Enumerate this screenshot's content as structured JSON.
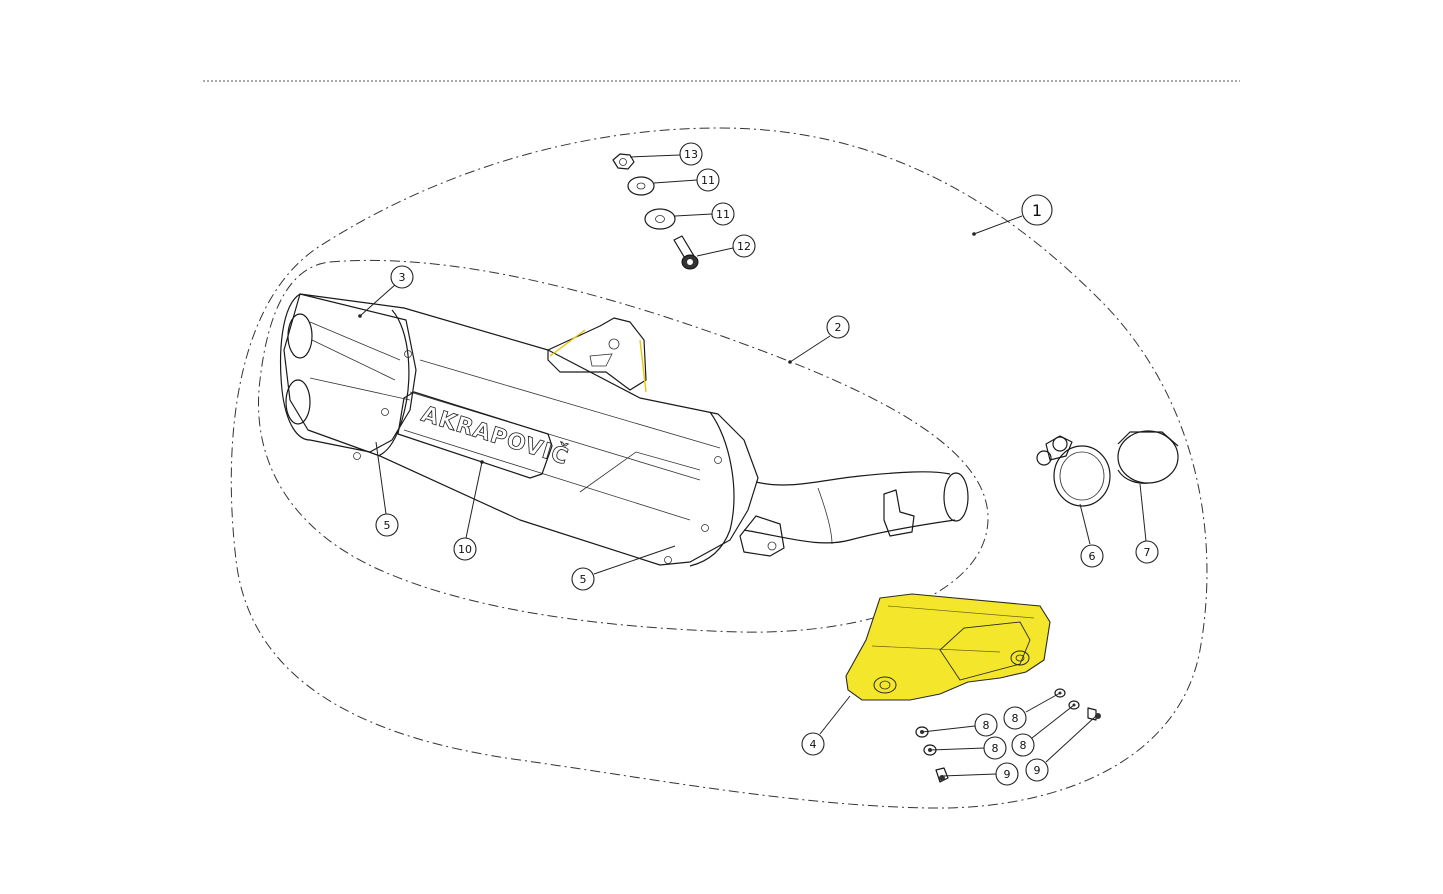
{
  "diagram": {
    "callouts": [
      {
        "id": "c13",
        "label": "13"
      },
      {
        "id": "c11a",
        "label": "11"
      },
      {
        "id": "c11b",
        "label": "11"
      },
      {
        "id": "c12",
        "label": "12"
      },
      {
        "id": "c1",
        "label": "1"
      },
      {
        "id": "c3",
        "label": "3"
      },
      {
        "id": "c2",
        "label": "2"
      },
      {
        "id": "c5a",
        "label": "5"
      },
      {
        "id": "c10",
        "label": "10"
      },
      {
        "id": "c5b",
        "label": "5"
      },
      {
        "id": "c6",
        "label": "6"
      },
      {
        "id": "c7",
        "label": "7"
      },
      {
        "id": "c4",
        "label": "4"
      },
      {
        "id": "c8a",
        "label": "8"
      },
      {
        "id": "c8b",
        "label": "8"
      },
      {
        "id": "c8c",
        "label": "8"
      },
      {
        "id": "c8d",
        "label": "8"
      },
      {
        "id": "c9a",
        "label": "9"
      },
      {
        "id": "c9b",
        "label": "9"
      }
    ],
    "brand_logo_text": "AKRAPOVIČ",
    "colors": {
      "line": "#1a1a1a",
      "highlight": "#f4e62a",
      "background": "#ffffff"
    }
  }
}
